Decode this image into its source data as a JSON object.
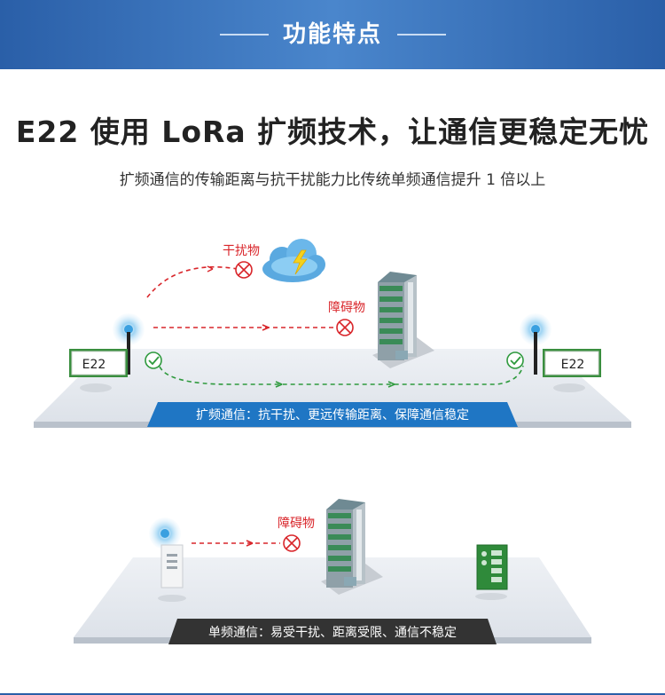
{
  "header": {
    "title": "功能特点"
  },
  "headline": "E22 使用 LoRa 扩频技术，让通信更稳定无忧",
  "subline": "扩频通信的传输距离与抗干扰能力比传统单频通信提升 1 倍以上",
  "spread_scene": {
    "interference_label": "干扰物",
    "obstacle_label": "障碍物",
    "left_module": "E22",
    "right_module": "E22",
    "banner": "扩频通信：抗干扰、更远传输距离、保障通信稳定"
  },
  "single_scene": {
    "obstacle_label": "障碍物",
    "banner": "单频通信：易受干扰、距离受限、通信不稳定"
  },
  "colors": {
    "header": "#2a5fa8",
    "red": "#d9262b",
    "green": "#2f9a3e",
    "blue_banner": "#1f76c4",
    "dark_banner": "#333333"
  }
}
